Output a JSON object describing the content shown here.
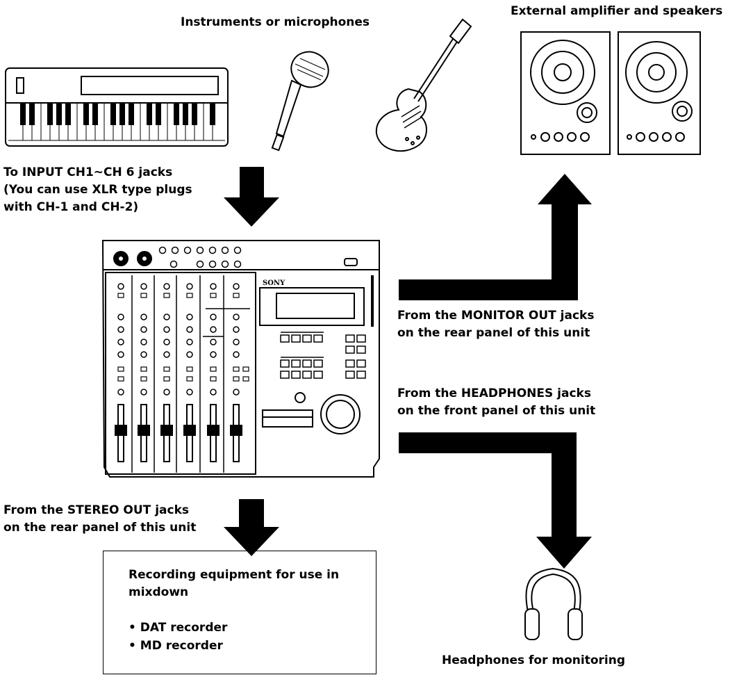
{
  "labels": {
    "instruments": "Instruments or microphones",
    "amplifier": "External amplifier and speakers",
    "input_jacks": "To INPUT CH1~CH 6 jacks\n(You can use XLR type plugs\nwith CH-1 and CH-2)",
    "monitor_out": "From the MONITOR OUT jacks\non the rear panel of this unit",
    "headphones_jacks": "From the HEADPHONES jacks\non the front panel of this unit",
    "stereo_out": "From the STEREO OUT jacks\non the rear panel of this unit",
    "headphones_monitoring": "Headphones for monitoring"
  },
  "mixer": {
    "brand": "SONY"
  },
  "recording_box": {
    "title": "Recording equipment for use in\nmixdown",
    "items": [
      "DAT recorder",
      "MD recorder"
    ]
  }
}
